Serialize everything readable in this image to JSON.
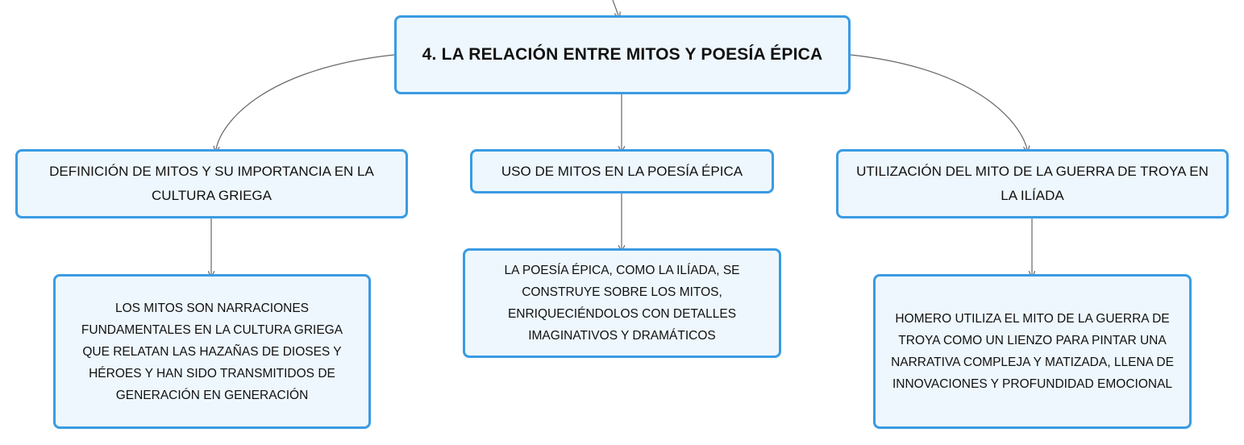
{
  "root": {
    "title": "4. LA RELACIÓN ENTRE MITOS Y POESÍA ÉPICA"
  },
  "branches": [
    {
      "label": "DEFINICIÓN DE MITOS Y SU IMPORTANCIA EN LA CULTURA GRIEGA",
      "detail": "LOS MITOS SON NARRACIONES FUNDAMENTALES EN LA CULTURA GRIEGA QUE RELATAN LAS HAZAÑAS DE DIOSES Y HÉROES Y HAN SIDO TRANSMITIDOS DE GENERACIÓN EN GENERACIÓN"
    },
    {
      "label": "USO DE MITOS EN LA POESÍA ÉPICA",
      "detail": "LA POESÍA ÉPICA, COMO LA ILÍADA, SE CONSTRUYE SOBRE LOS MITOS, ENRIQUECIÉNDOLOS CON DETALLES IMAGINATIVOS Y DRAMÁTICOS"
    },
    {
      "label": "UTILIZACIÓN DEL MITO DE LA GUERRA DE TROYA EN LA ILÍADA",
      "detail": "HOMERO UTILIZA EL MITO DE LA GUERRA DE TROYA COMO UN LIENZO PARA PINTAR UNA NARRATIVA COMPLEJA Y MATIZADA, LLENA DE INNOVACIONES Y PROFUNDIDAD EMOCIONAL"
    }
  ],
  "colors": {
    "node_border": "#3a9be3",
    "node_fill": "#eef7fd",
    "connector": "#666666",
    "text": "#111111"
  }
}
